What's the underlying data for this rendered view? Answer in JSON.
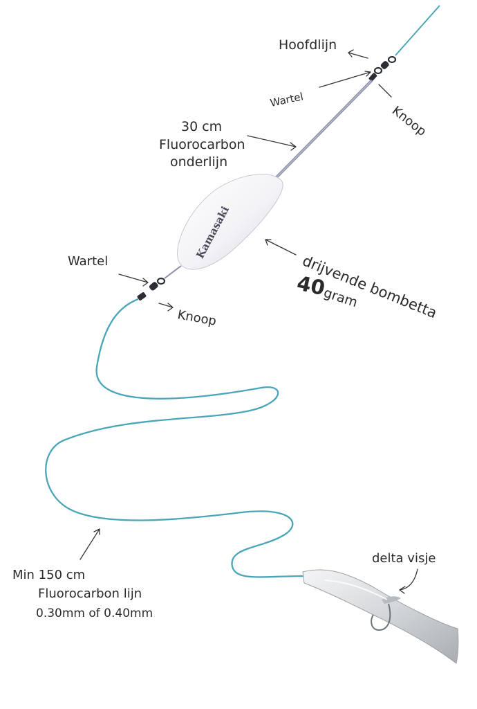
{
  "labels": {
    "hoofdlijn": "Hoofdlijn",
    "wartel_top": "Wartel",
    "knoop_top": "Knoop",
    "leader_length": "30 cm",
    "leader_material": "Fluorocarbon",
    "leader_name": "onderlijn",
    "wartel_mid": "Wartel",
    "knoop_mid": "Knoop",
    "float_desc": "drijvende bombetta",
    "float_weight": "40",
    "float_unit": "gram",
    "main_length": "Min 150 cm",
    "main_material": "Fluorocarbon lijn",
    "main_thickness": "0.30mm of 0.40mm",
    "lure": "delta visje"
  },
  "float_brand": "Kamasaki",
  "colors": {
    "line": "#4aa5b8",
    "leader": "#8b8fa8",
    "float": "#f3f2f6",
    "text": "#2a2a2a",
    "swivel": "#2b2f33"
  }
}
